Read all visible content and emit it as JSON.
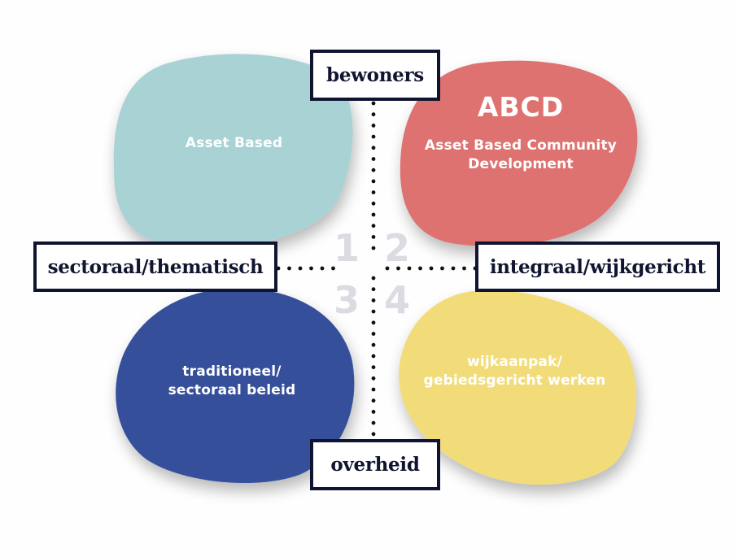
{
  "diagram": {
    "title": "ABCD kwadrantenmodel",
    "axes": {
      "top": "bewoners",
      "bottom": "overheid",
      "left": "sectoraal/thematisch",
      "right": "integraal/wijkgericht"
    },
    "quadrant_numbers": [
      "1",
      "2",
      "3",
      "4"
    ],
    "quadrants": [
      {
        "id": 1,
        "position": "top-left",
        "text": "Asset Based",
        "color": "#a8d2d4"
      },
      {
        "id": 2,
        "position": "top-right",
        "title": "ABCD",
        "text_lines": [
          "Asset Based Community",
          "Development"
        ],
        "color": "#de7271"
      },
      {
        "id": 3,
        "position": "bottom-left",
        "text_lines": [
          "traditioneel/",
          "sectoraal beleid"
        ],
        "color": "#344f9b"
      },
      {
        "id": 4,
        "position": "bottom-right",
        "text_lines": [
          "wijkaanpak/",
          "gebiedsgericht werken"
        ],
        "color": "#f2dc7a"
      }
    ],
    "colors": {
      "label_border": "#0f1530",
      "label_text": "#111530",
      "number_color": "#dcdbe2",
      "dot_color": "#111111",
      "background": "#fefefe"
    }
  }
}
